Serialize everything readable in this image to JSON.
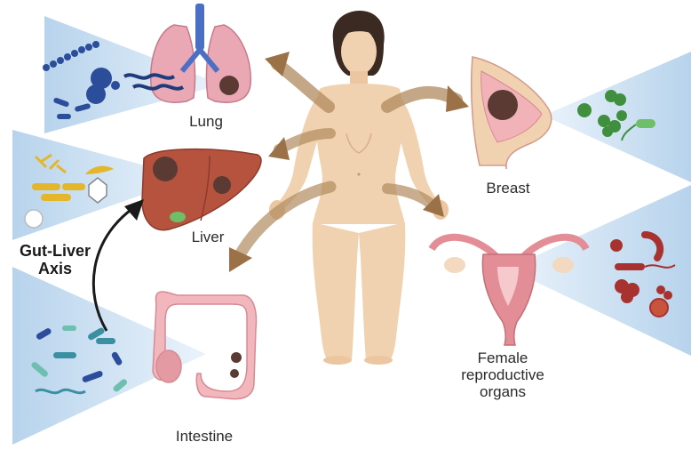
{
  "labels": {
    "lung": "Lung",
    "breast": "Breast",
    "liver": "Liver",
    "intestine": "Intestine",
    "female_line1": "Female",
    "female_line2": "reproductive",
    "female_line3": "organs",
    "axis_line1": "Gut-Liver",
    "axis_line2": "Axis"
  },
  "colors": {
    "beam": "#c9dff0",
    "skin": "#f1d2b0",
    "skin_shadow": "#e0b48e",
    "arrow": "#b08a5e",
    "lung": "#e9a8b3",
    "liver": "#b6533f",
    "tumor": "#5a3a33",
    "intestine": "#f2b7bd",
    "uterus": "#e38e97",
    "hair": "#3a2a22",
    "bacteria_blue": "#2b4d9a",
    "bacteria_green": "#3f8f3f",
    "bacteria_red": "#a8322f",
    "bacteria_yellow": "#e4b629",
    "bacteria_teal": "#3a8fa0"
  }
}
